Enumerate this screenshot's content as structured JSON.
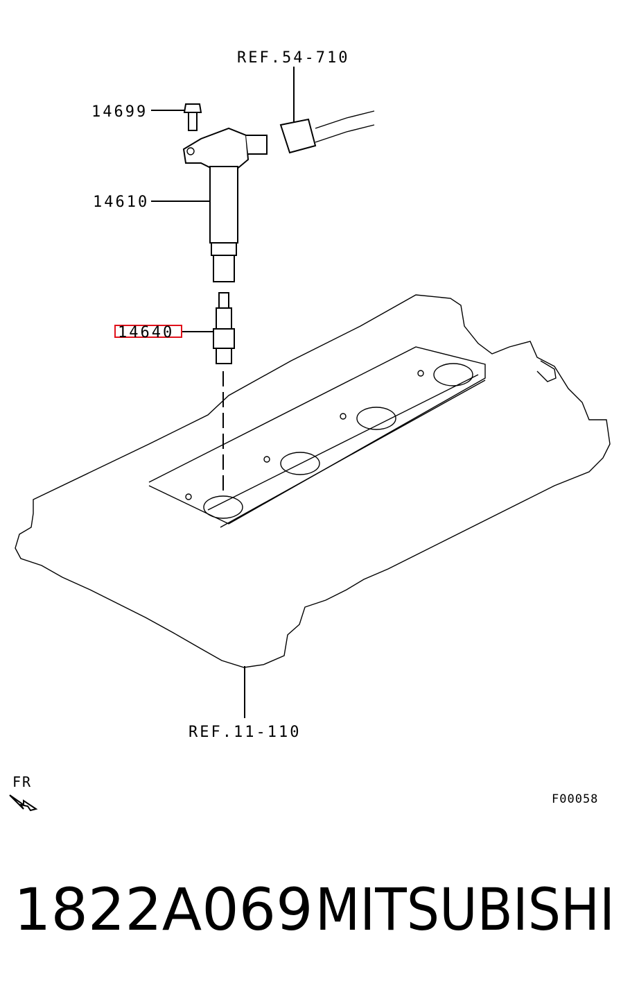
{
  "labels": {
    "ref_top": "REF.54-710",
    "part_bolt": "14699",
    "part_coil": "14610",
    "part_plug": "14640",
    "ref_bottom": "REF.11-110",
    "front_marker": "FR",
    "figure_code": "F00058"
  },
  "caption": {
    "part_number": "1822A069",
    "brand": "MITSUBISHI"
  },
  "colors": {
    "line": "#000000",
    "highlight": "#e0101a",
    "background": "#ffffff"
  },
  "highlighted_part": "14640"
}
